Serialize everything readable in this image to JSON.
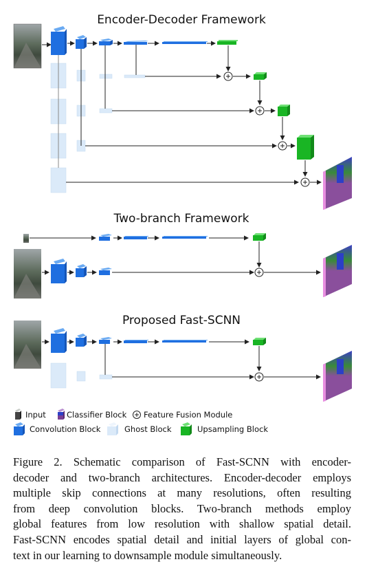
{
  "figure": {
    "titles": {
      "encoder_decoder": "Encoder-Decoder Framework",
      "two_branch": "Two-branch Framework",
      "fast_scnn": "Proposed Fast-SCNN"
    },
    "legend": {
      "input": "Input",
      "classifier": "Classifier Block",
      "fusion": "Feature Fusion Module",
      "convolution": "Convolution Block",
      "ghost": "Ghost Block",
      "upsampling": "Upsampling Block"
    },
    "colors": {
      "convolution": "#1f6fe0",
      "ghost": "#dbeaf9",
      "upsampling": "#19b524",
      "classifier_purple": "#7a3f94",
      "classifier_blue": "#2c3fc7"
    }
  },
  "caption": {
    "lines": [
      "Figure 2. Schematic comparison of Fast-SCNN with encoder-",
      "decoder and two-branch architectures. Encoder-decoder employs",
      "multiple skip connections at many resolutions, often resulting",
      "from deep convolution blocks.  Two-branch methods employ",
      "global features from low resolution with shallow spatial detail.",
      "Fast-SCNN encodes spatial detail and initial layers of global con-",
      "text in our learning to downsample module simultaneously."
    ]
  }
}
